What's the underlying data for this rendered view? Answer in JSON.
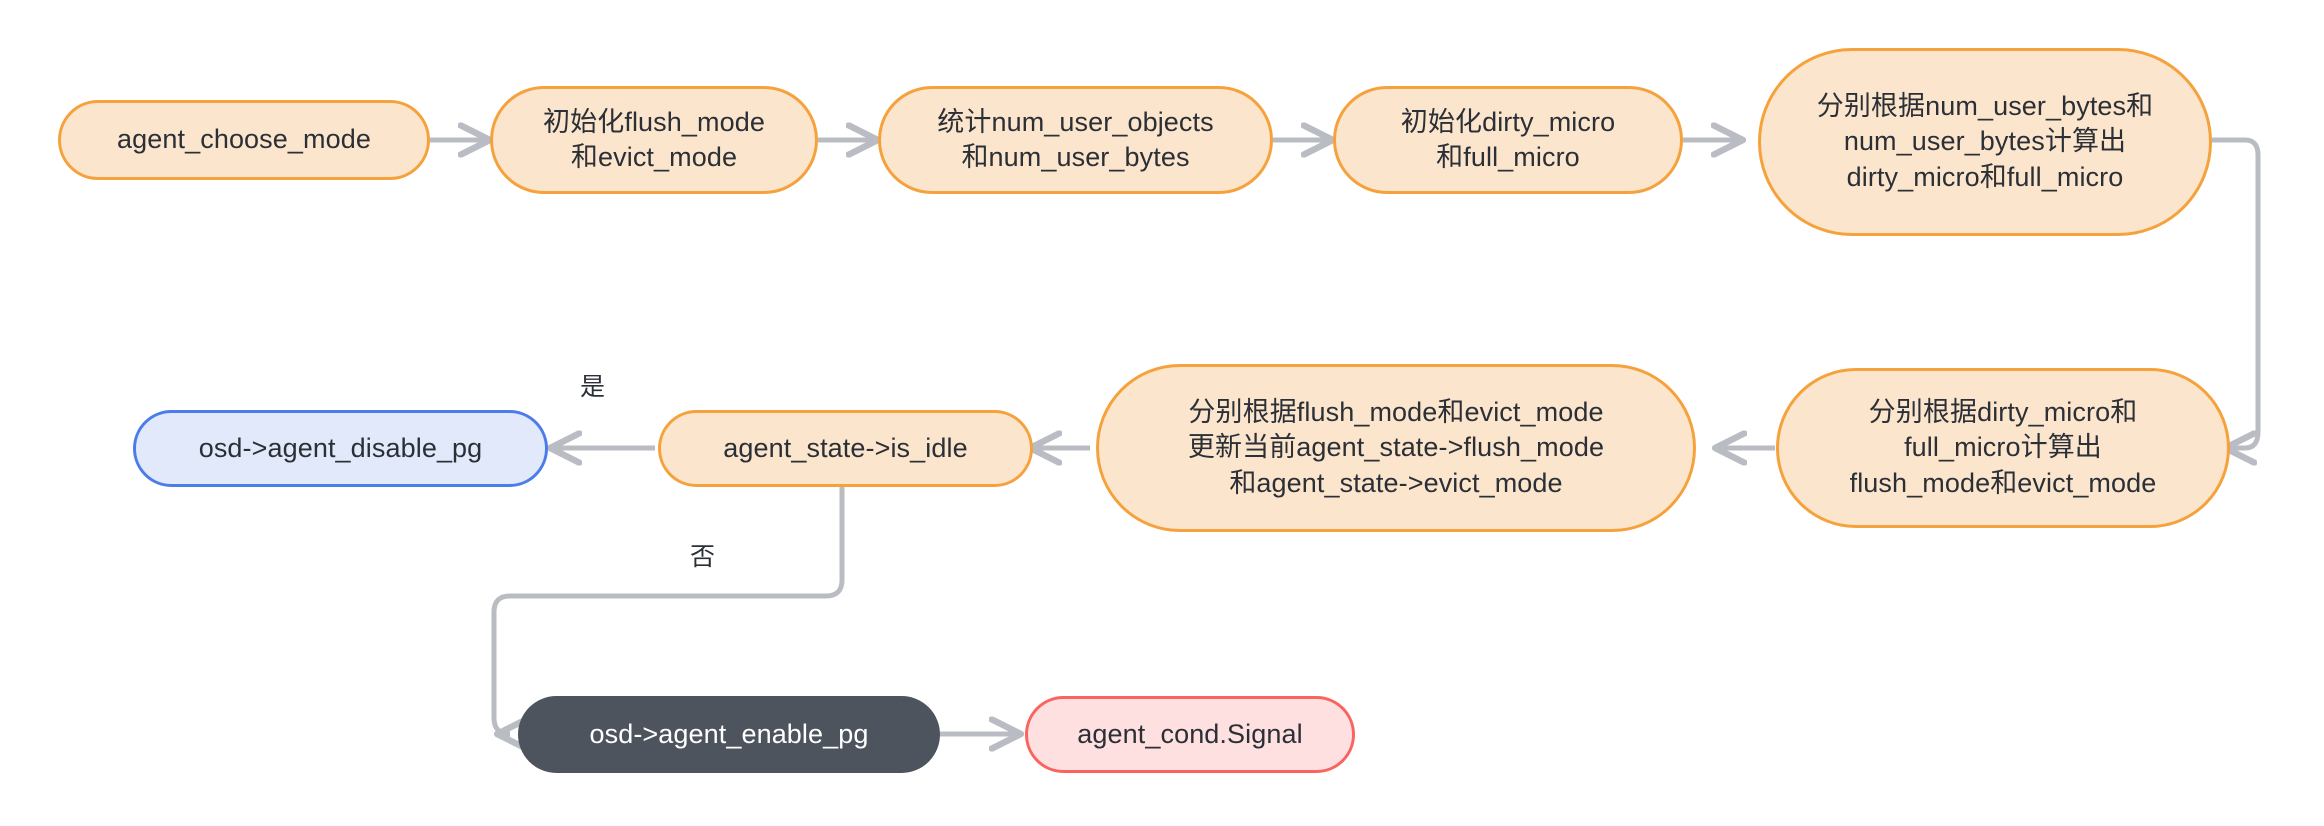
{
  "diagram": {
    "title": "agent_choose_mode flowchart",
    "background": "#ffffff",
    "colors": {
      "orange_fill": "#fce5cd",
      "orange_stroke": "#f6a23c",
      "blue_fill": "#e1e9fb",
      "blue_stroke": "#4b7dea",
      "dark_fill": "#4e545d",
      "dark_text": "#ffffff",
      "red_fill": "#ffe0e0",
      "red_stroke": "#f9645f",
      "edge": "#b9bcc2",
      "text": "#2b2f36"
    }
  },
  "nodes": [
    {
      "id": "n1",
      "label": "agent_choose_mode",
      "shape": "stadium",
      "style": "orange"
    },
    {
      "id": "n2",
      "label": "初始化flush_mode\n和evict_mode",
      "shape": "stadium",
      "style": "orange"
    },
    {
      "id": "n3",
      "label": "统计num_user_objects\n和num_user_bytes",
      "shape": "stadium",
      "style": "orange"
    },
    {
      "id": "n4",
      "label": "初始化dirty_micro\n和full_micro",
      "shape": "stadium",
      "style": "orange"
    },
    {
      "id": "n5",
      "label": "分别根据num_user_bytes和\nnum_user_bytes计算出\ndirty_micro和full_micro",
      "shape": "stadium",
      "style": "orange"
    },
    {
      "id": "n6",
      "label": "分别根据dirty_micro和\nfull_micro计算出\nflush_mode和evict_mode",
      "shape": "stadium",
      "style": "orange"
    },
    {
      "id": "n7",
      "label": "分别根据flush_mode和evict_mode\n更新当前agent_state->flush_mode\n和agent_state->evict_mode",
      "shape": "stadium",
      "style": "orange"
    },
    {
      "id": "n8",
      "label": "agent_state->is_idle",
      "shape": "stadium",
      "style": "orange"
    },
    {
      "id": "n9",
      "label": "osd->agent_disable_pg",
      "shape": "stadium",
      "style": "blue"
    },
    {
      "id": "n10",
      "label": "osd->agent_enable_pg",
      "shape": "stadium",
      "style": "dark"
    },
    {
      "id": "n11",
      "label": "agent_cond.Signal",
      "shape": "stadium",
      "style": "red"
    }
  ],
  "edges": [
    {
      "from": "n1",
      "to": "n2",
      "label": ""
    },
    {
      "from": "n2",
      "to": "n3",
      "label": ""
    },
    {
      "from": "n3",
      "to": "n4",
      "label": ""
    },
    {
      "from": "n4",
      "to": "n5",
      "label": ""
    },
    {
      "from": "n5",
      "to": "n6",
      "label": ""
    },
    {
      "from": "n6",
      "to": "n7",
      "label": ""
    },
    {
      "from": "n7",
      "to": "n8",
      "label": ""
    },
    {
      "from": "n8",
      "to": "n9",
      "label": "是"
    },
    {
      "from": "n8",
      "to": "n10",
      "label": "否"
    },
    {
      "from": "n10",
      "to": "n11",
      "label": ""
    }
  ],
  "edge_labels": {
    "yes": "是",
    "no": "否"
  }
}
